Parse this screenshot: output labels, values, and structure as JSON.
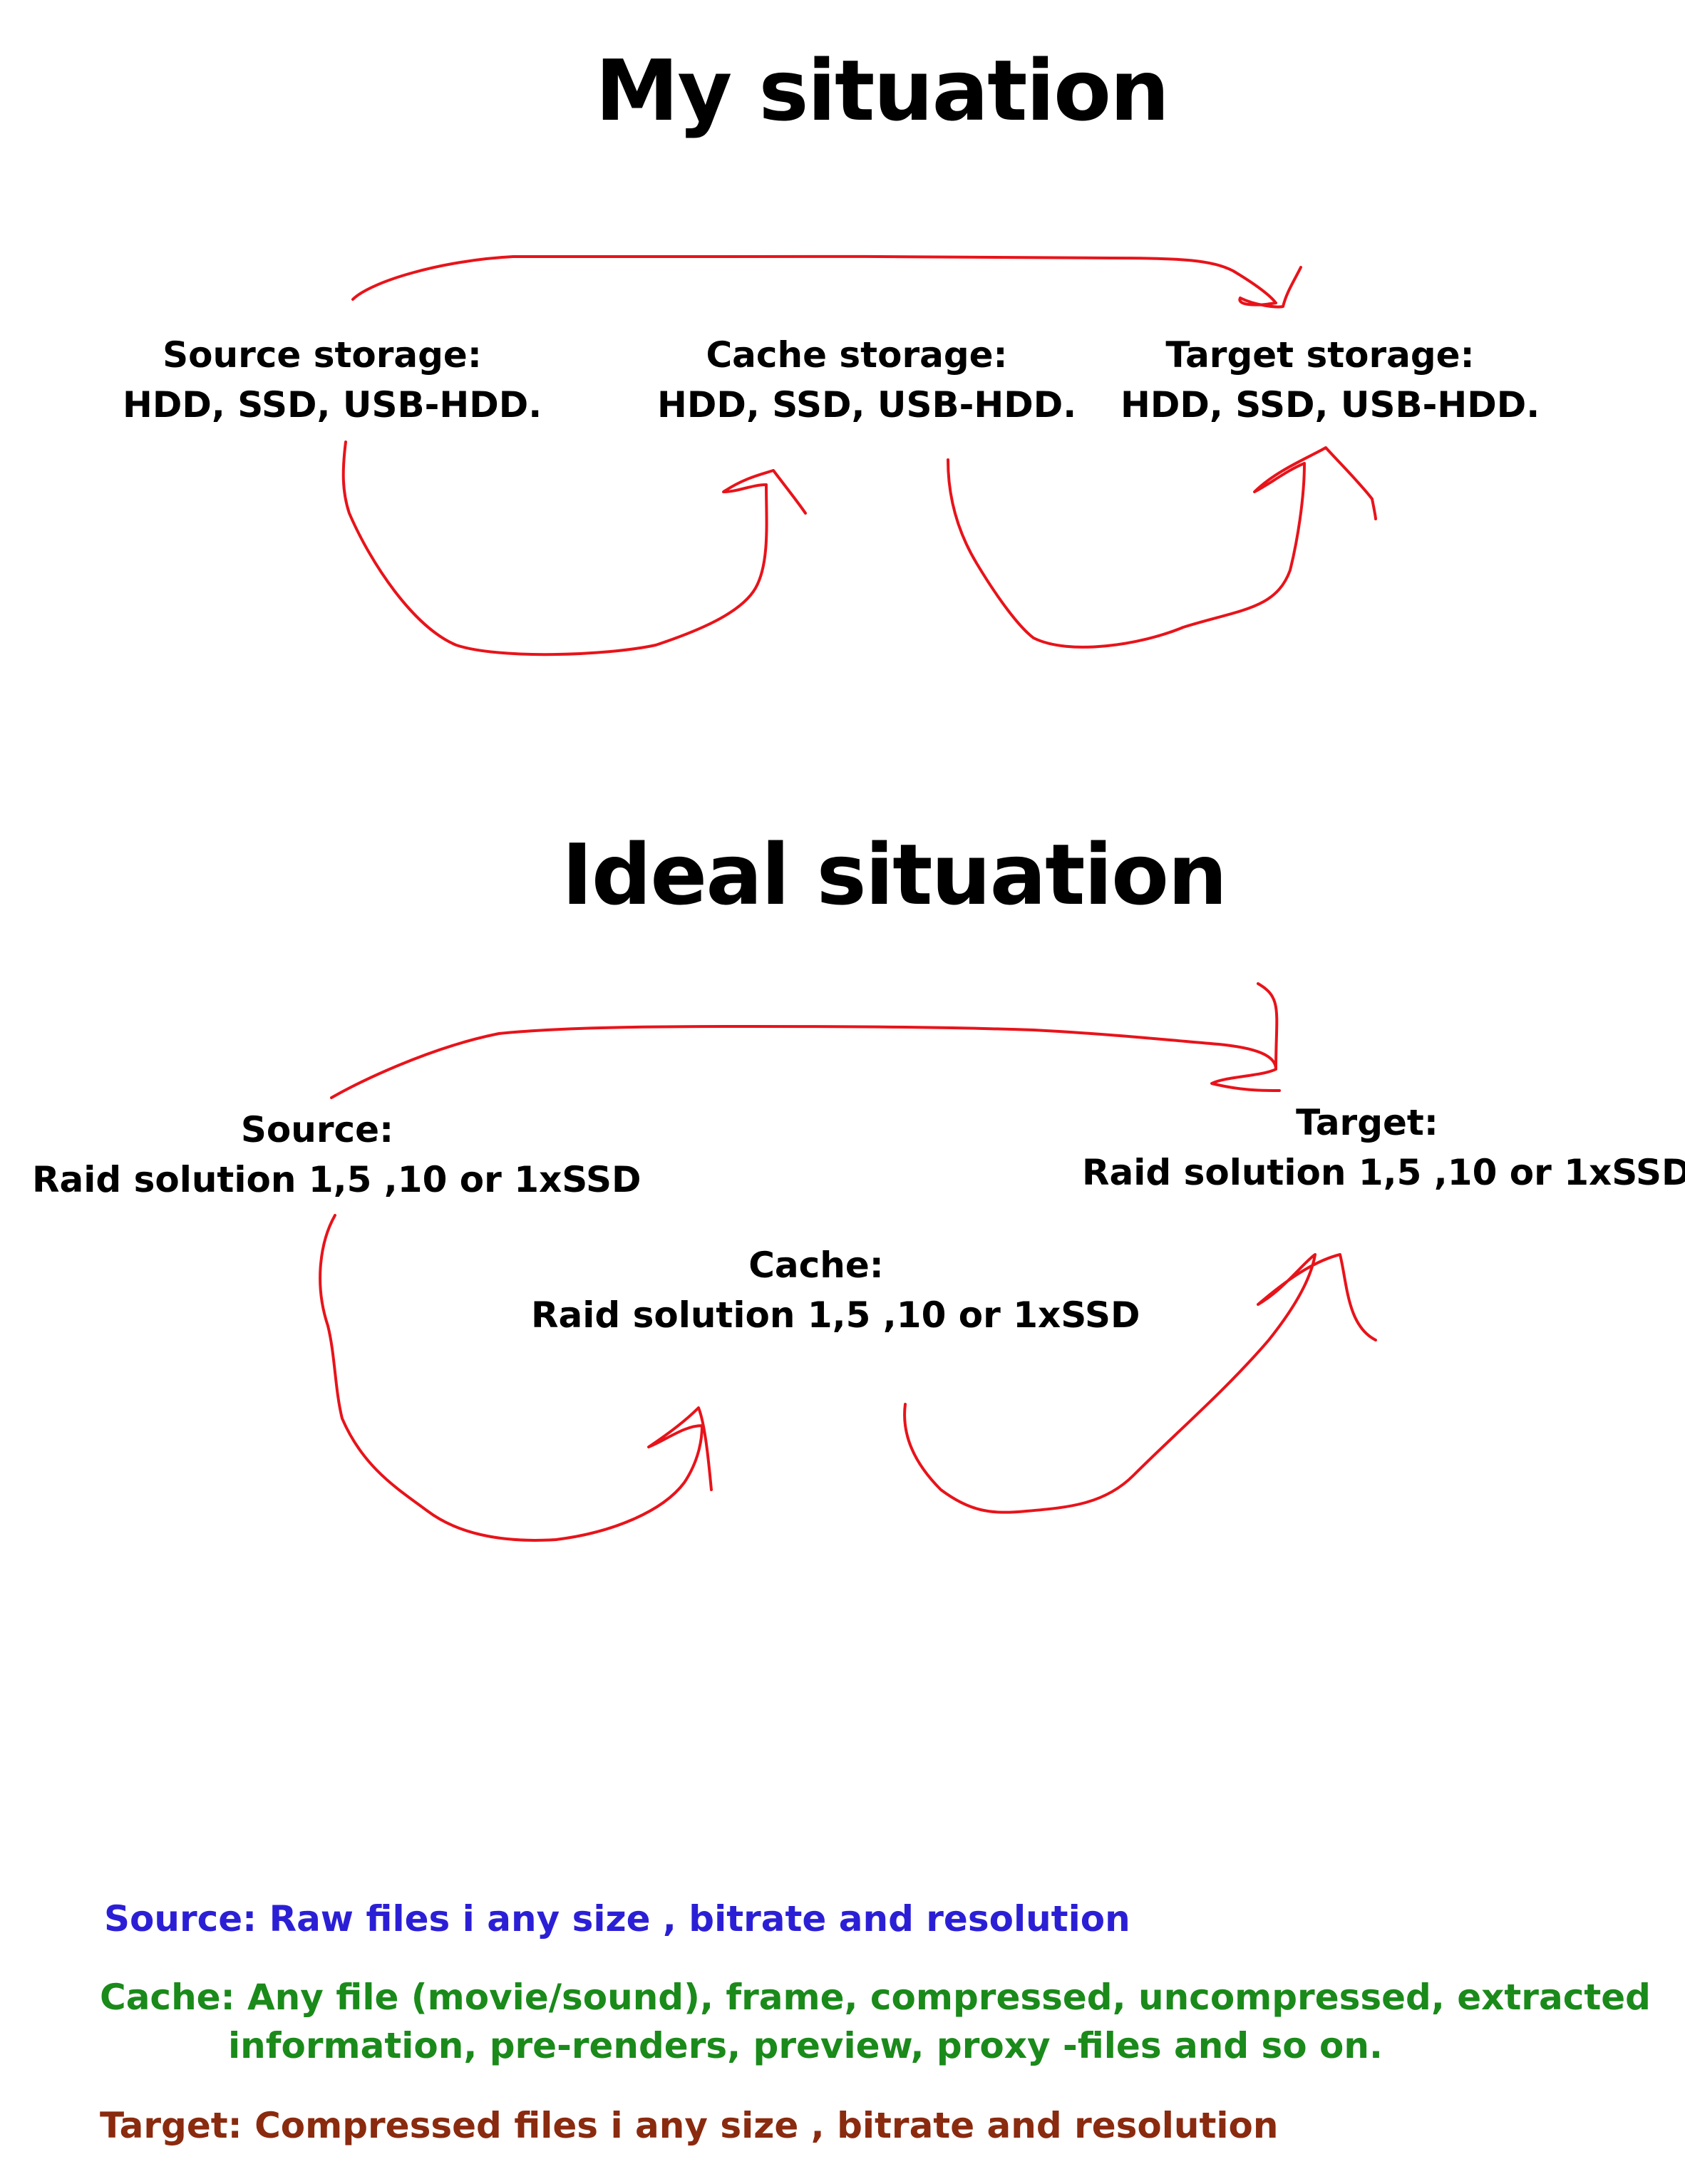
{
  "sections": {
    "my": {
      "title": "My situation",
      "source": {
        "label": "Source storage:",
        "value": "HDD, SSD, USB-HDD."
      },
      "cache": {
        "label": "Cache storage:",
        "value": "HDD, SSD, USB-HDD."
      },
      "target": {
        "label": "Target storage:",
        "value": "HDD, SSD, USB-HDD."
      }
    },
    "ideal": {
      "title": "Ideal situation",
      "source": {
        "label": "Source:",
        "value": "Raid solution 1,5 ,10 or 1xSSD"
      },
      "cache": {
        "label": "Cache:",
        "value": "Raid solution 1,5 ,10 or 1xSSD"
      },
      "target": {
        "label": "Target:",
        "value": "Raid solution 1,5 ,10 or 1xSSD"
      }
    }
  },
  "legend": {
    "source": {
      "text": "Source: Raw files i any size , bitrate and resolution",
      "color": "#2b1fd6"
    },
    "cache": {
      "line1": "Cache: Any file (movie/sound), frame, compressed, uncompressed, extracted",
      "line2": "information, pre-renders, preview, proxy -files and so on.",
      "color": "#1a8a1a"
    },
    "target": {
      "text": "Target:  Compressed files i any size , bitrate and resolution",
      "color": "#8a2a0f"
    }
  },
  "colors": {
    "arrow": "#e8131a"
  }
}
